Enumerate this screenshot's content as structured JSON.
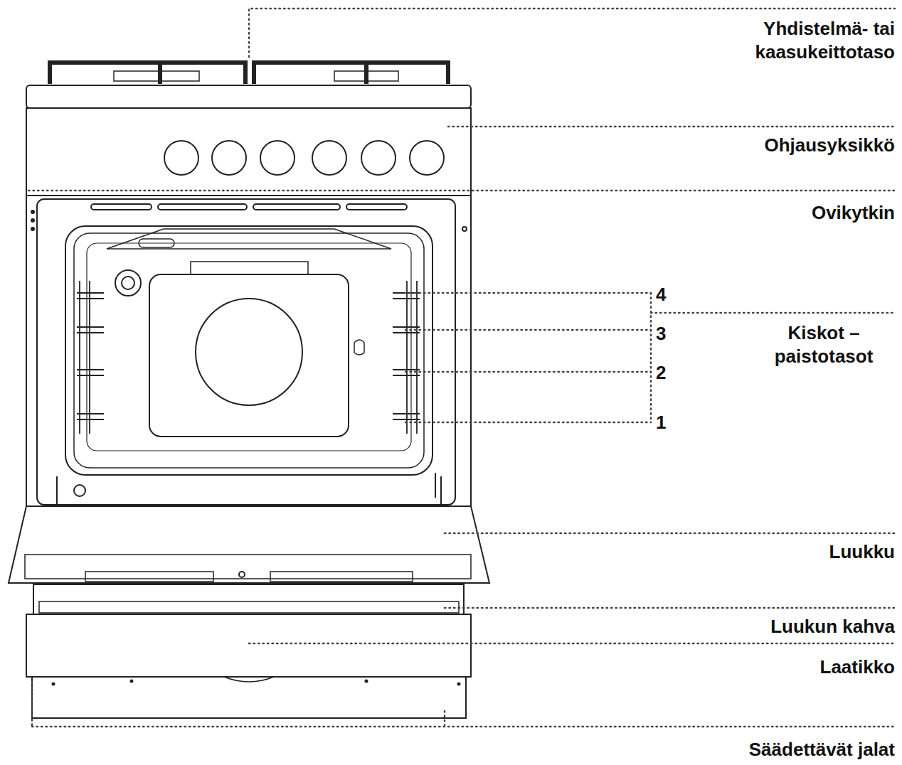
{
  "diagram": {
    "labels": [
      "Yhdistelmä- tai kaasukeittotaso",
      "Ohjausyksikkö",
      "Ovikytkin",
      "4",
      "3",
      "2",
      "1",
      "Kiskot – paistotasot",
      "Luukku",
      "Luukun kahva",
      "Laatikko",
      "Säädettävät jalat"
    ]
  }
}
